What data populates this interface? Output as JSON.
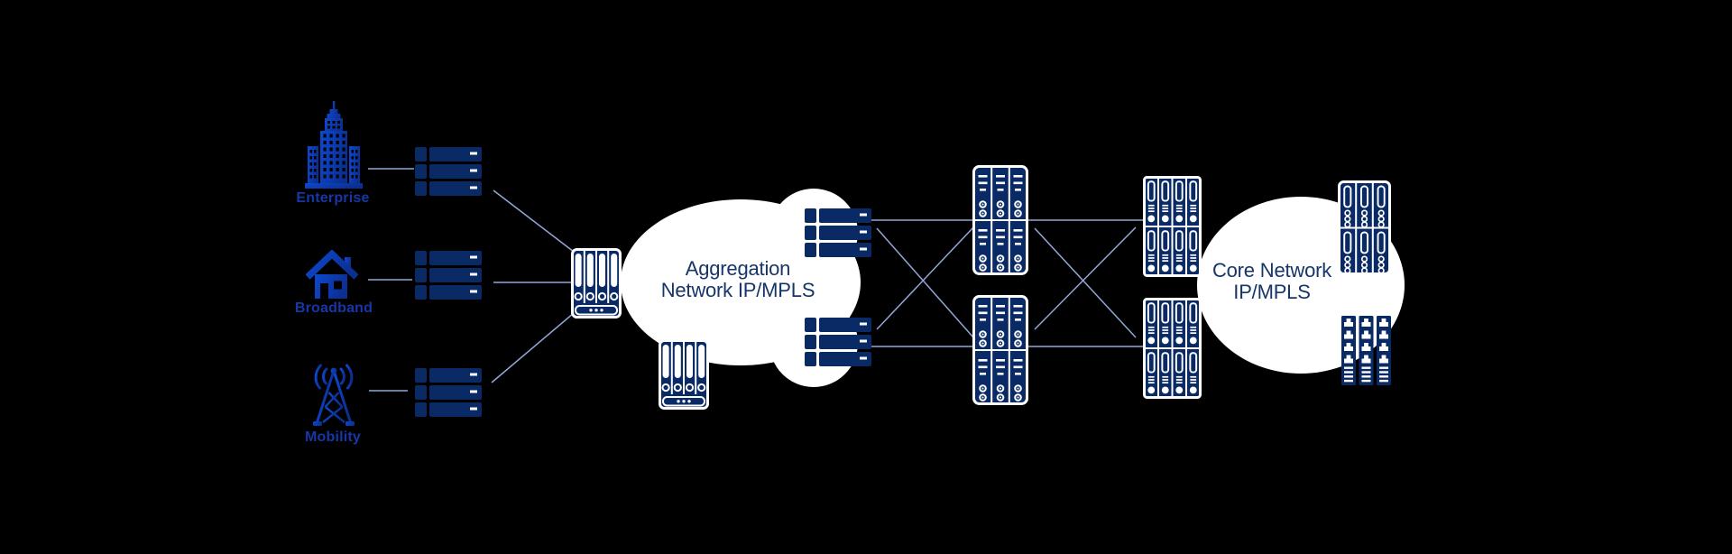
{
  "colors": {
    "background": "#000000",
    "device_navy": "#0a2a66",
    "device_stroke": "#ffffff",
    "connector": "#93a7d8",
    "icon_grad_start": "#0c49d0",
    "icon_grad_end": "#0c2f92",
    "access_label": "#1737a6",
    "cloud_text": "#16356b",
    "cloud_fill": "#ffffff"
  },
  "access": {
    "items": [
      {
        "label": "Enterprise",
        "icon": "building-icon"
      },
      {
        "label": "Broadband",
        "icon": "house-icon"
      },
      {
        "label": "Mobility",
        "icon": "cell-tower-icon"
      }
    ]
  },
  "aggregation_cloud": {
    "line1": "Aggregation",
    "line2": "Network IP/MPLS"
  },
  "core_cloud": {
    "line1": "Core Network",
    "line2": "IP/MPLS"
  }
}
